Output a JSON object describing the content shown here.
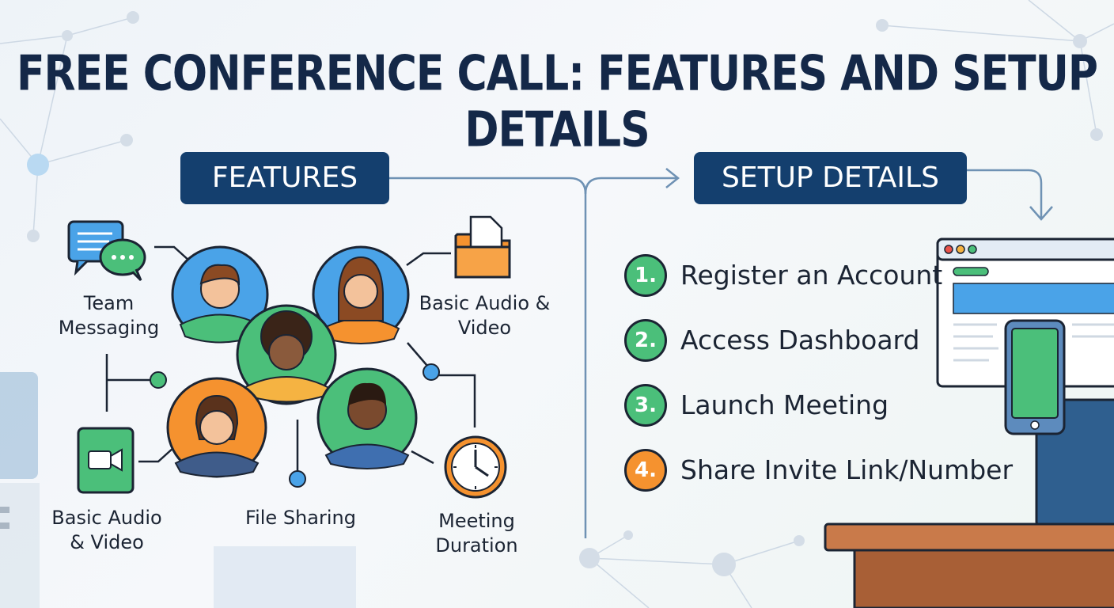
{
  "title": "FREE CONFERENCE CALL: FEATURES AND SETUP DETAILS",
  "features_heading": "FEATURES",
  "setup_heading": "SETUP DETAILS",
  "features": [
    "Team Messaging",
    "Basic Audio & Video",
    "Basic Audio & Video",
    "File Sharing",
    "Meeting Duration"
  ],
  "steps": [
    {
      "number": "1.",
      "label": "Register an Account",
      "color": "#4bbf7a"
    },
    {
      "number": "2.",
      "label": "Access Dashboard",
      "color": "#4bbf7a"
    },
    {
      "number": "3.",
      "label": "Launch Meeting",
      "color": "#4bbf7a"
    },
    {
      "number": "4.",
      "label": "Share Invite Link/Number",
      "color": "#f5922f"
    }
  ],
  "colors": {
    "navy": "#143f6e",
    "green": "#4bbf7a",
    "orange": "#f5922f",
    "blue": "#4aa3e8",
    "outline": "#1b2433"
  },
  "icons": [
    "chat-bubbles-icon",
    "folder-icon",
    "video-camera-icon",
    "clock-icon",
    "browser-window-icon",
    "smartphone-icon"
  ]
}
